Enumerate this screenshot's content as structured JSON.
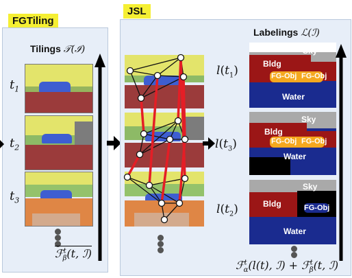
{
  "left": {
    "tag": "FGTiling",
    "title": "Tilings",
    "title_symbol": "𝒯(ℐ)",
    "rows": [
      "t1",
      "t2",
      "t3"
    ],
    "bottom_formula": "ℱβt(t, ℐ)"
  },
  "middle": {
    "tag": "JSL"
  },
  "right": {
    "title": "Labelings",
    "title_symbol": "ℒ(ℐ)",
    "row_labels": [
      "l(t1)",
      "l(t3)",
      "l(t2)"
    ],
    "bottom_formula": "ℱαt(l(t), ℐ) + ℱβt(t, ℐ)"
  },
  "segments": {
    "sky": "Sky",
    "bldg": "Bldg",
    "fgobj": "FG-Obj",
    "water": "Water"
  },
  "colors": {
    "panel_bg": "#e7eef8",
    "tag_bg": "#f5ef33",
    "sky": "#a9a9a9",
    "bldg": "#9b1616",
    "water": "#1a2b8f",
    "fgobj": "#f5a81e",
    "edge": "#e41e26"
  }
}
